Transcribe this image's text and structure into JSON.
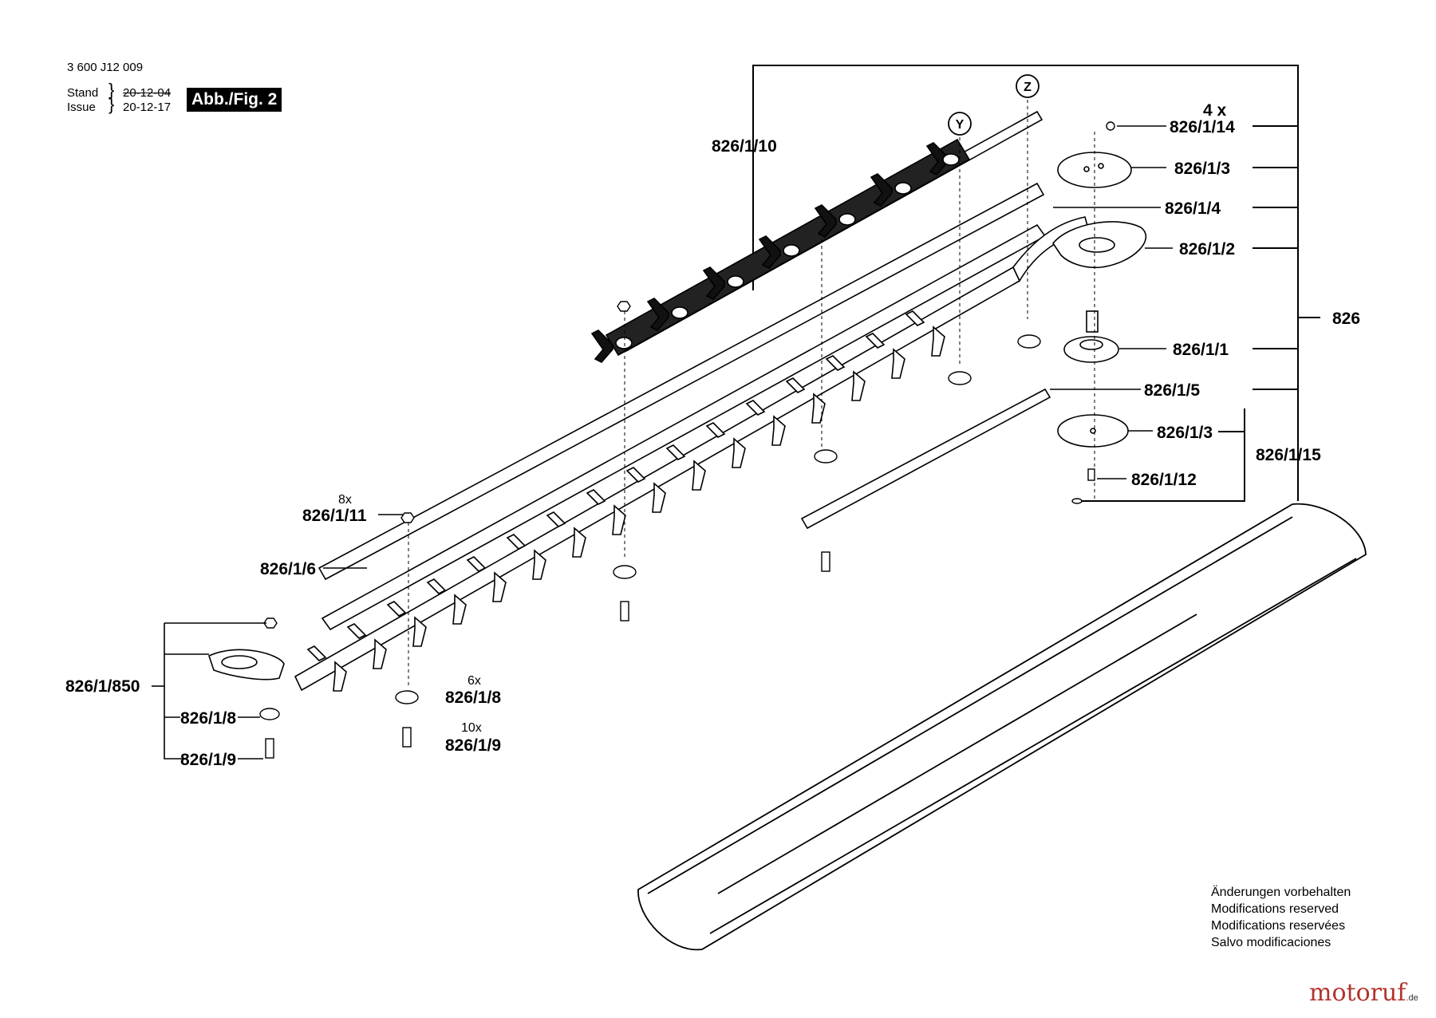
{
  "header": {
    "doc_number": "3 600 J12 009",
    "stand_label": "Stand",
    "issue_label": "Issue",
    "old_date": "20-12-04",
    "new_date": "20-12-17",
    "figure": "Abb./Fig. 2"
  },
  "markers": {
    "z": "Z",
    "y": "Y"
  },
  "labels": {
    "l826_1_10": "826/1/10",
    "qty_4x": "4 x",
    "l826_1_14": "826/1/14",
    "l826_1_3_top": "826/1/3",
    "l826_1_4": "826/1/4",
    "l826_1_2": "826/1/2",
    "l826": "826",
    "l826_1_1": "826/1/1",
    "l826_1_5": "826/1/5",
    "l826_1_3_bottom": "826/1/3",
    "l826_1_15": "826/1/15",
    "l826_1_12": "826/1/12",
    "qty_8x": "8x",
    "l826_1_11": "826/1/11",
    "l826_1_6": "826/1/6",
    "l826_1_850": "826/1/850",
    "l826_1_8_left": "826/1/8",
    "l826_1_9_left": "826/1/9",
    "qty_6x": "6x",
    "l826_1_8_mid": "826/1/8",
    "qty_10x": "10x",
    "l826_1_9_mid": "826/1/9"
  },
  "disclaimer": [
    "Änderungen vorbehalten",
    "Modifications reserved",
    "Modifications reservées",
    "Salvo modificaciones"
  ],
  "brand": {
    "name": "motoruf",
    "suffix": ".de"
  }
}
